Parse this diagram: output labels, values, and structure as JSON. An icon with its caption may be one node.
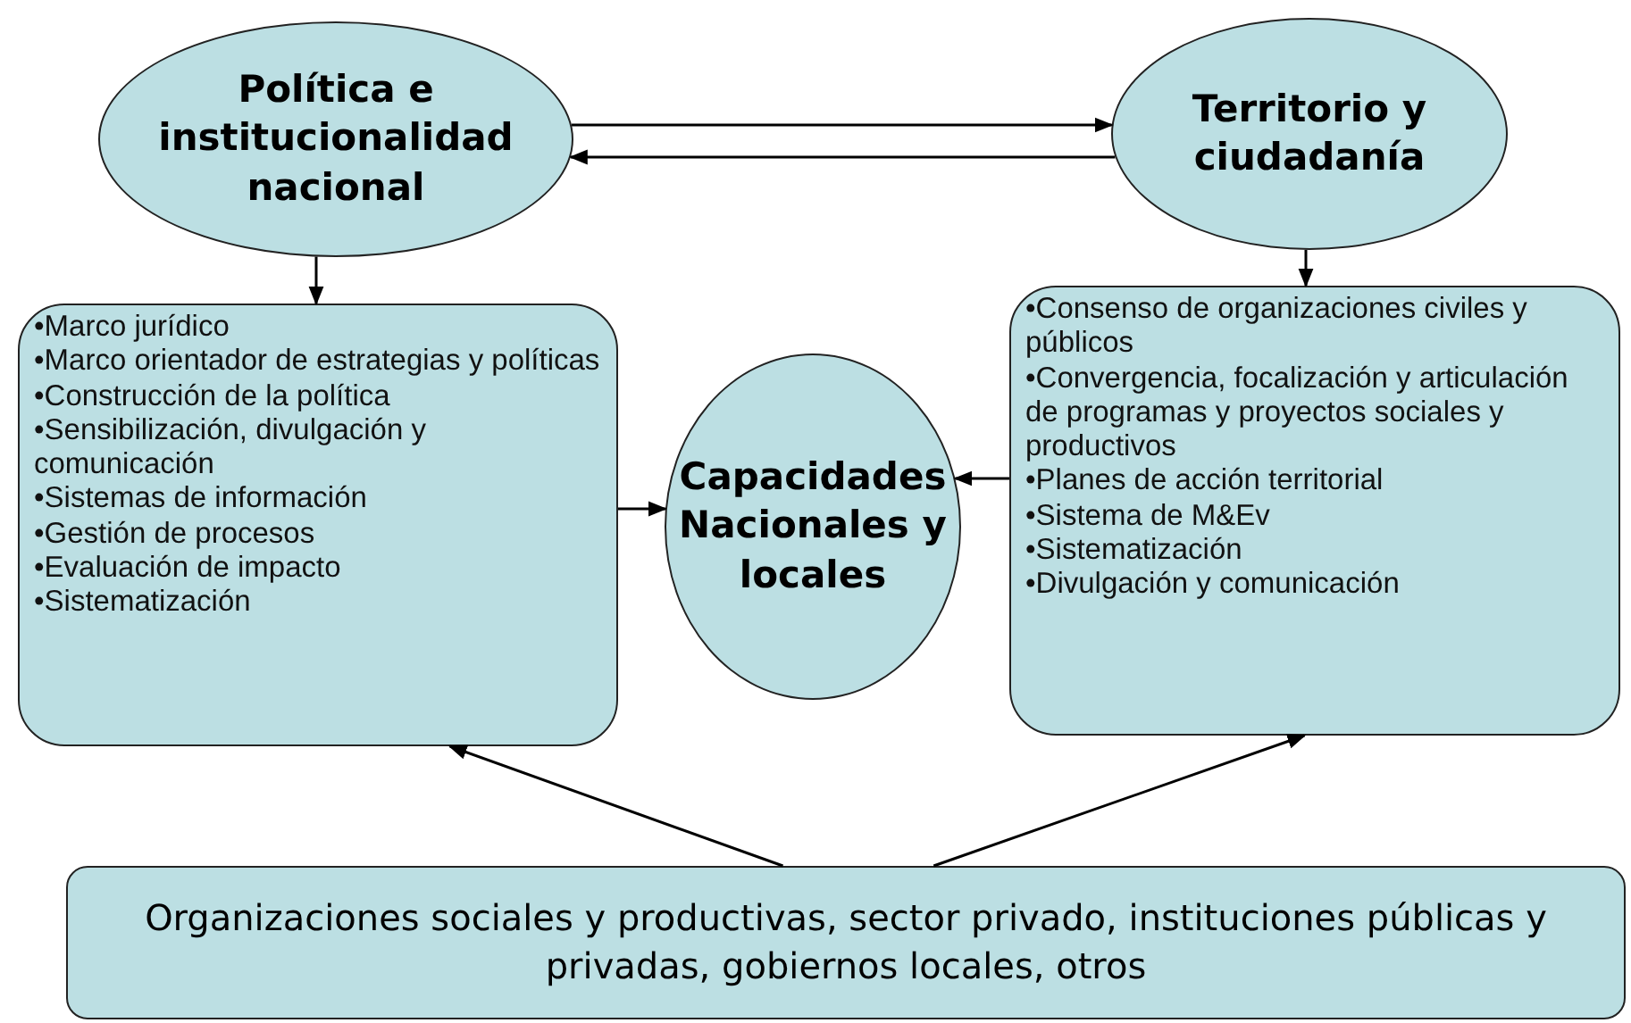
{
  "diagram": {
    "nodes": [
      {
        "text": [
          "Política e institucionalidad nacional"
        ]
      },
      {
        "text": [
          "Territorio y ciudadanía"
        ]
      },
      {
        "text": [
          "•Marco jurídico",
          "•Marco orientador de estrategias y políticas",
          "•Construcción de la política",
          "•Sensibilización, divulgación y comunicación",
          "•Sistemas de información",
          "•Gestión de procesos",
          "•Evaluación de impacto",
          "•Sistematización"
        ]
      },
      {
        "text": [
          "Capacidades Nacionales y locales"
        ]
      },
      {
        "text": [
          "•Consenso de organizaciones civiles y públicos",
          "•Convergencia, focalización y articulación de programas y proyectos sociales y productivos",
          "•Planes de acción territorial",
          "•Sistema de M&Ev",
          "•Sistematización",
          "•Divulgación y comunicación"
        ]
      },
      {
        "text": [
          "Organizaciones sociales y productivas, sector privado, instituciones públicas y privadas, gobiernos locales, otros"
        ]
      }
    ],
    "edges": [
      {
        "from": 0,
        "to": 1,
        "arrow": "to"
      },
      {
        "from": 1,
        "to": 0,
        "arrow": "to"
      },
      {
        "from": 0,
        "to": 2,
        "arrow": "to"
      },
      {
        "from": 1,
        "to": 4,
        "arrow": "to"
      },
      {
        "from": 2,
        "to": 3,
        "arrow": "to"
      },
      {
        "from": 4,
        "to": 3,
        "arrow": "to"
      },
      {
        "from": 5,
        "to": 2,
        "arrow": "to"
      },
      {
        "from": 5,
        "to": 4,
        "arrow": "to"
      }
    ]
  }
}
